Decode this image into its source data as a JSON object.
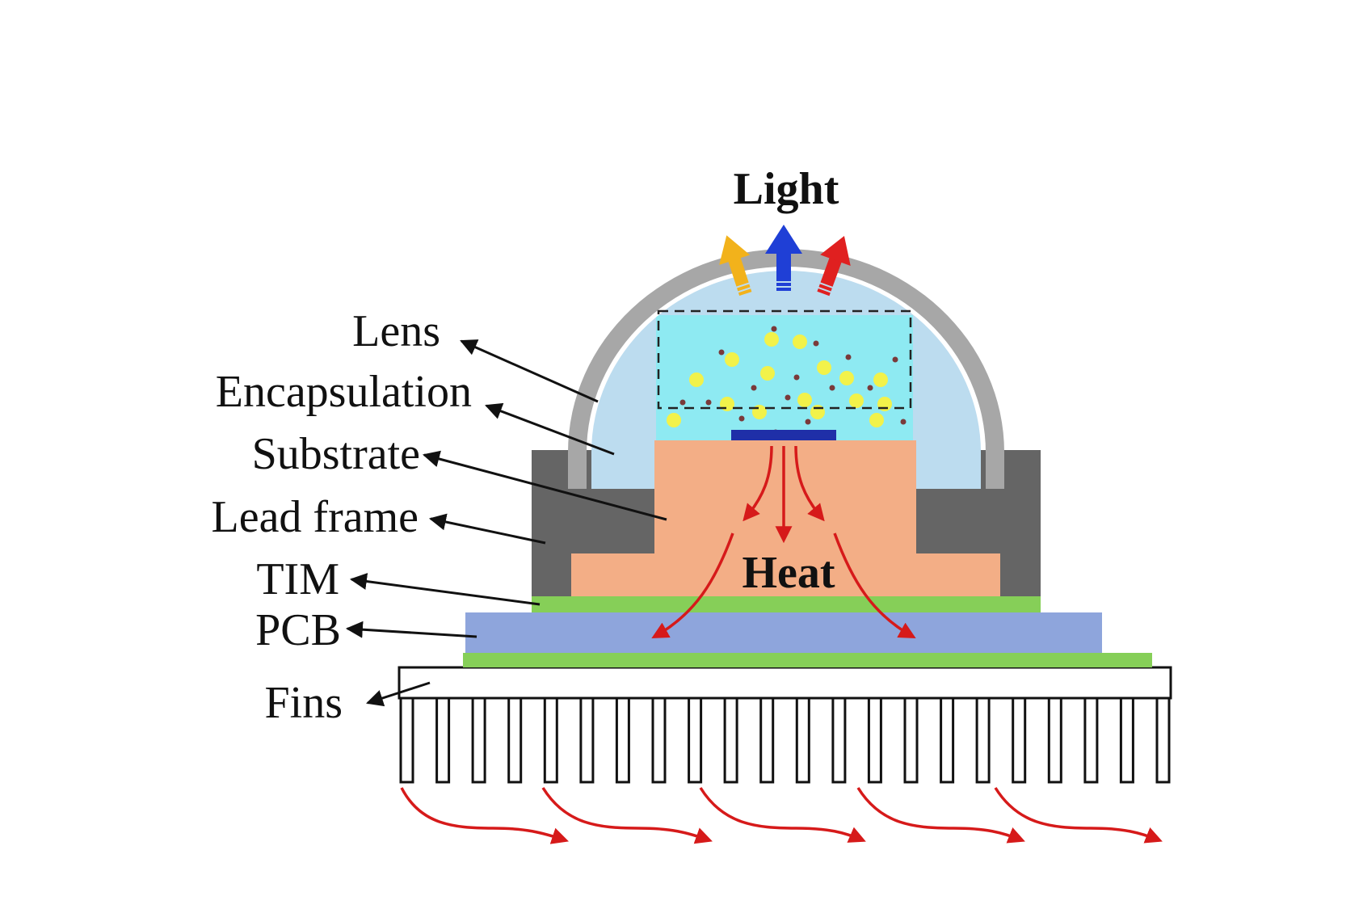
{
  "title": "Light",
  "heat_label": "Heat",
  "labels": {
    "lens": "Lens",
    "encapsulation": "Encapsulation",
    "substrate": "Substrate",
    "lead_frame": "Lead frame",
    "tim": "TIM",
    "pcb": "PCB",
    "fins": "Fins"
  },
  "colors": {
    "lens": "#a7a7a7",
    "encapsulation": "#bcdcef",
    "phosphor": "#8eeaf2",
    "phosphor_particle": "#f2f24a",
    "scatter_particle": "#7a3a3a",
    "chip": "#1f2fa8",
    "substrate": "#f3ae86",
    "lead_frame": "#656565",
    "tim": "#86cf58",
    "pcb": "#8ea5dc",
    "heat_arrow": "#d61a1a",
    "light_yellow": "#f2b21b",
    "light_blue": "#1f3fd6",
    "light_red": "#e02020",
    "fin_stroke": "#111111"
  }
}
